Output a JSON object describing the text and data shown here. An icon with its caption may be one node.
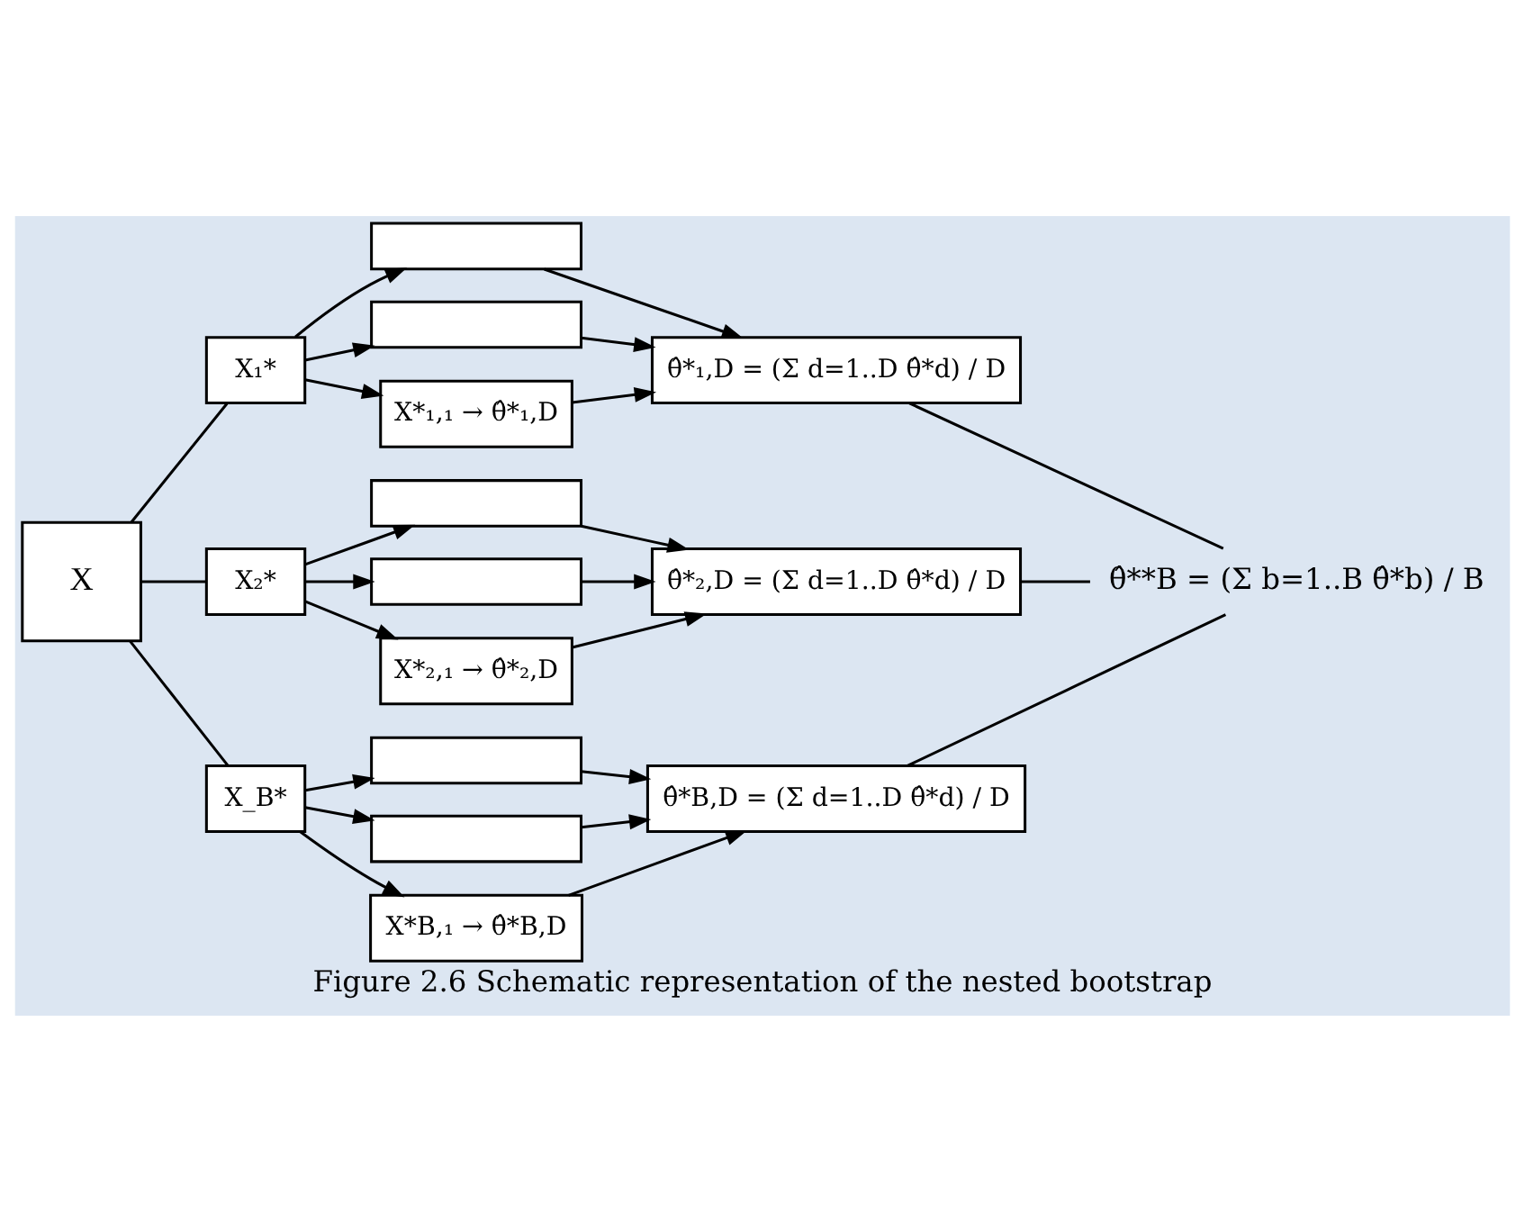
{
  "diagram": {
    "caption": "Figure 2.6 Schematic representation of the nested bootstrap",
    "nodes": [
      {
        "text": [
          "X"
        ]
      },
      {
        "text": [
          "X₁*"
        ]
      },
      {
        "text": [],
        "shape": "box"
      },
      {
        "text": [],
        "shape": "box"
      },
      {
        "text": [
          "X*₁,₁ → θ̂*₁,D"
        ]
      },
      {
        "text": [
          "θ̂*₁,D = (Σ d=1..D θ̂*d) / D"
        ]
      },
      {
        "text": [
          "X₂*"
        ]
      },
      {
        "text": [],
        "shape": "box"
      },
      {
        "text": [],
        "shape": "box"
      },
      {
        "text": [
          "X*₂,₁ → θ̂*₂,D"
        ]
      },
      {
        "text": [
          "θ̂*₂,D = (Σ d=1..D θ̂*d) / D"
        ]
      },
      {
        "text": [
          "X_B*"
        ]
      },
      {
        "text": [],
        "shape": "box"
      },
      {
        "text": [],
        "shape": "box"
      },
      {
        "text": [
          "X*B,₁ → θ̂*B,D"
        ]
      },
      {
        "text": [
          "θ̂*B,D = (Σ d=1..D θ̂*d) / D"
        ]
      },
      {
        "text": [
          "θ̂**B = (Σ b=1..B θ̂*b) / B"
        ]
      }
    ],
    "edges": [
      {
        "from": 0,
        "to": 1,
        "arrow": "none"
      },
      {
        "from": 0,
        "to": 6,
        "arrow": "none"
      },
      {
        "from": 0,
        "to": 11,
        "arrow": "none"
      },
      {
        "from": 1,
        "to": 2,
        "arrow": "to"
      },
      {
        "from": 1,
        "to": 3,
        "arrow": "to"
      },
      {
        "from": 1,
        "to": 4,
        "arrow": "to"
      },
      {
        "from": 2,
        "to": 5,
        "arrow": "to"
      },
      {
        "from": 3,
        "to": 5,
        "arrow": "to"
      },
      {
        "from": 4,
        "to": 5,
        "arrow": "to"
      },
      {
        "from": 6,
        "to": 7,
        "arrow": "to"
      },
      {
        "from": 6,
        "to": 8,
        "arrow": "to"
      },
      {
        "from": 6,
        "to": 9,
        "arrow": "to"
      },
      {
        "from": 7,
        "to": 10,
        "arrow": "to"
      },
      {
        "from": 8,
        "to": 10,
        "arrow": "to"
      },
      {
        "from": 9,
        "to": 10,
        "arrow": "to"
      },
      {
        "from": 11,
        "to": 12,
        "arrow": "to"
      },
      {
        "from": 11,
        "to": 13,
        "arrow": "to"
      },
      {
        "from": 11,
        "to": 14,
        "arrow": "to"
      },
      {
        "from": 12,
        "to": 15,
        "arrow": "to"
      },
      {
        "from": 13,
        "to": 15,
        "arrow": "to"
      },
      {
        "from": 14,
        "to": 15,
        "arrow": "to"
      },
      {
        "from": 5,
        "to": 16,
        "arrow": "none"
      },
      {
        "from": 10,
        "to": 16,
        "arrow": "none"
      },
      {
        "from": 15,
        "to": 16,
        "arrow": "none"
      }
    ]
  }
}
